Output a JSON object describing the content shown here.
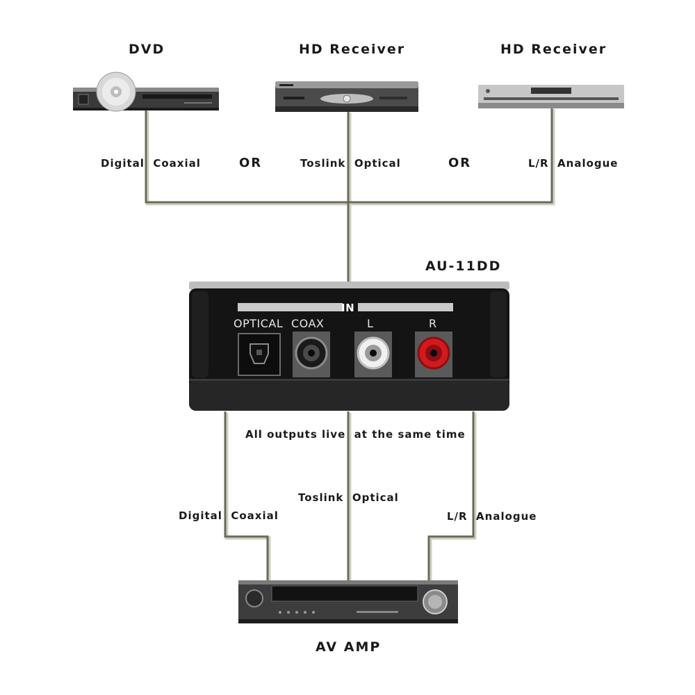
{
  "sources": {
    "dvd": "DVD",
    "hd_receiver_1": "HD Receiver",
    "hd_receiver_2": "HD Receiver"
  },
  "input_labels": {
    "digital_coaxial": "Digital  Coaxial",
    "or_1": "OR",
    "toslink_optical": "Toslink  Optical",
    "or_2": "OR",
    "lr_analogue": "L/R  Analogue"
  },
  "device": {
    "model": "AU-11DD",
    "in_label": "IN",
    "optical": "OPTICAL",
    "coax": "COAX",
    "left": "L",
    "right": "R"
  },
  "outputs": {
    "note": "All outputs live  at the same time",
    "toslink_optical": "Toslink  Optical",
    "digital_coaxial": "Digital  Coaxial",
    "lr_analogue": "L/R  Analogue"
  },
  "sink": {
    "av_amp": "AV AMP"
  },
  "colors": {
    "wire": "#6b6b58",
    "wire_shadow": "#c9c9bf",
    "text": "#1a1a1a"
  }
}
